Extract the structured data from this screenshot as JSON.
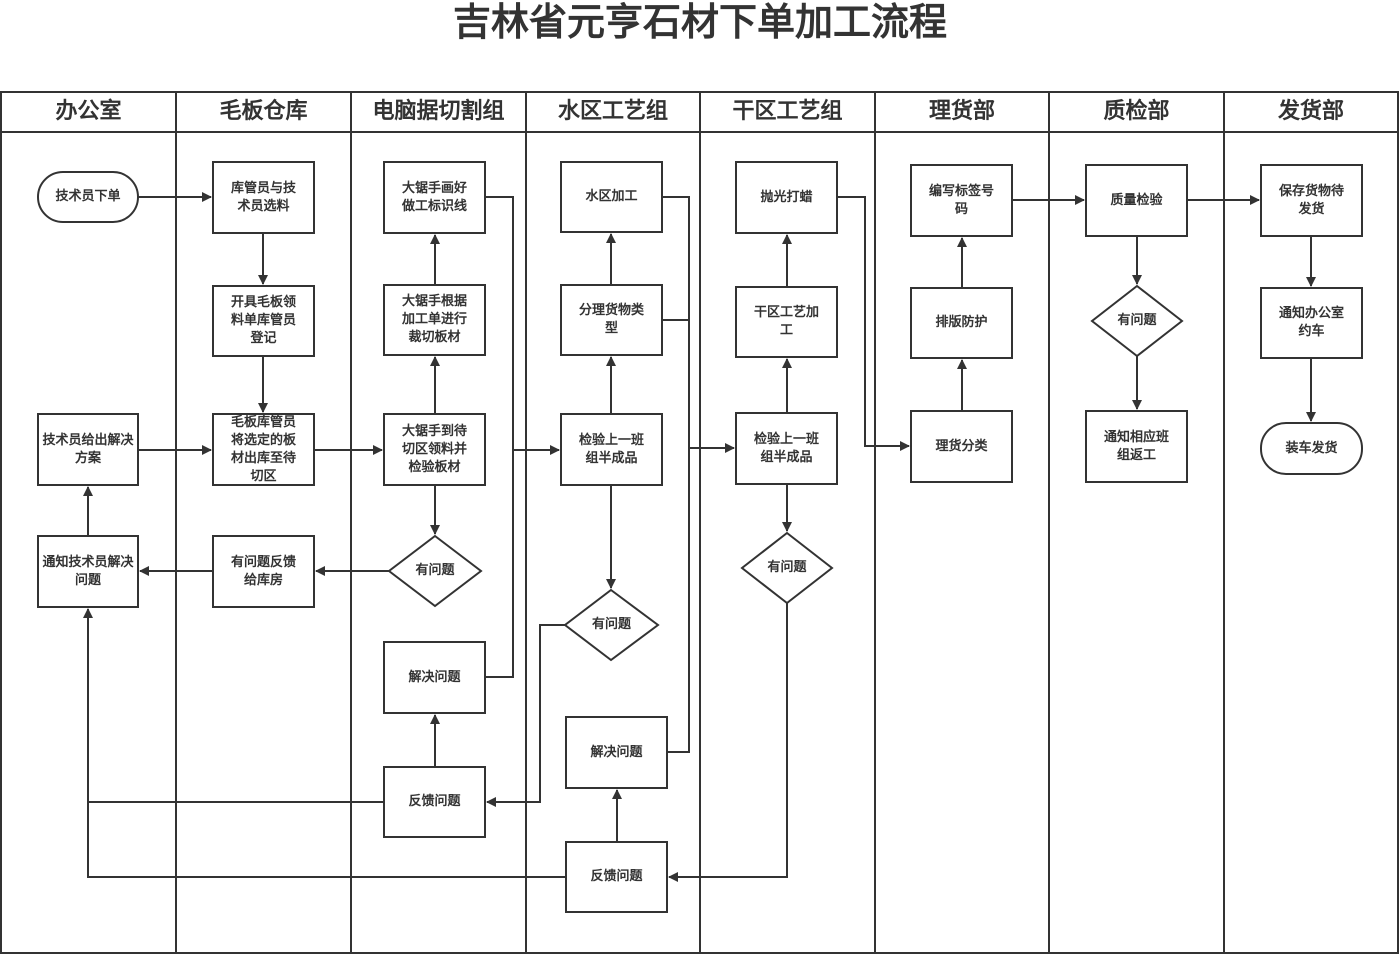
{
  "title": "吉林省元亨石材下单加工流程",
  "lanes": [
    "办公室",
    "毛板仓库",
    "电脑据切割组",
    "水区工艺组",
    "干区工艺组",
    "理货部",
    "质检部",
    "发货部"
  ],
  "nodes": {
    "n_start": "技术员下单",
    "n_select": "库管员与技术员选料",
    "n_plan": "技术员给出解决方案",
    "n_notify_tech": "通知技术员解决问题",
    "n_issue_slip": "开具毛板领料单库管员登记",
    "n_move": "毛板库管员将选定的板材出库至待切区",
    "n_feedback_wh": "有问题反馈给库房",
    "n_mark": "大锯手画好做工标识线",
    "n_cut": "大锯手根据加工单进行裁切板材",
    "n_receive": "大锯手到待切区领料并检验板材",
    "d_cut": "有问题",
    "n_solve_cut": "解决问题",
    "n_fb_cut": "反馈问题",
    "n_water_proc": "水区加工",
    "n_sort_type": "分理货物类型",
    "n_check_water": "检验上一班组半成品",
    "d_water": "有问题",
    "n_solve_water": "解决问题",
    "n_fb_water": "反馈问题",
    "n_polish": "抛光打蜡",
    "n_dry_proc": "干区工艺加工",
    "n_check_dry": "检验上一班组半成品",
    "d_dry": "有问题",
    "n_label": "编写标签号码",
    "n_layout": "排版防护",
    "n_sort_goods": "理货分类",
    "n_qc": "质量检验",
    "d_qc": "有问题",
    "n_rework": "通知相应班组返工",
    "n_store": "保存货物待发货",
    "n_notify_office": "通知办公室约车",
    "n_ship": "装车发货"
  }
}
